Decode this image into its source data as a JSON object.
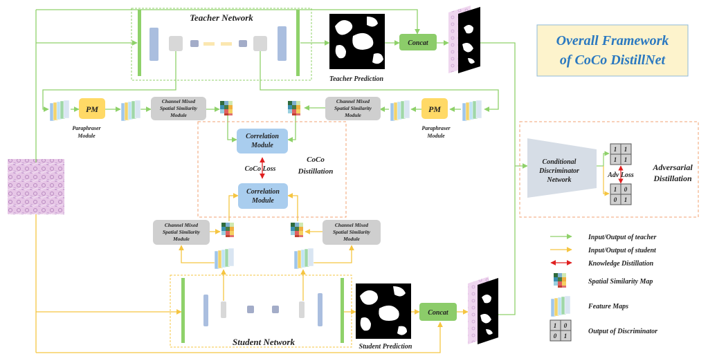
{
  "teacher_network": {
    "title": "Teacher Network",
    "prediction_label": "Teacher Prediction"
  },
  "student_network": {
    "title": "Student Network",
    "prediction_label": "Student Prediction"
  },
  "concat_label": "Concat",
  "paraphraser": {
    "short": "PM",
    "label_line1": "Paraphraser",
    "label_line2": "Module"
  },
  "cmss_module": {
    "line1": "Channel Mixed",
    "line2": "Spatial Similarity",
    "line3": "Module"
  },
  "correlation_module": {
    "line1": "Correlation",
    "line2": "Module"
  },
  "coco_loss_label": "CoCo Loss",
  "coco_distillation": {
    "line1": "CoCo",
    "line2": "Distillation"
  },
  "discriminator": {
    "line1": "Conditional",
    "line2": "Discriminator",
    "line3": "Network"
  },
  "adv_loss_label": "Adv Loss",
  "adversarial_distillation": {
    "line1": "Adversarial",
    "line2": "Distillation"
  },
  "discriminator_output_teacher": [
    "1",
    "1",
    "1",
    "1"
  ],
  "discriminator_output_student": [
    "1",
    "0",
    "0",
    "1"
  ],
  "overall_title": {
    "line1": "Overall Framework",
    "line2": "of CoCo DistillNet"
  },
  "legend": [
    {
      "icon": "green-arrow-icon",
      "label": "Input/Output of teacher"
    },
    {
      "icon": "yellow-arrow-icon",
      "label": "Input/Output of student"
    },
    {
      "icon": "red-double-arrow-icon",
      "label": "Knowledge Distillation"
    },
    {
      "icon": "similarity-map-icon",
      "label": "Spatial Similarity Map"
    },
    {
      "icon": "feature-maps-icon",
      "label": "Feature Maps"
    },
    {
      "icon": "discriminator-output-icon",
      "label": "Output of Discriminator"
    }
  ],
  "legend_discriminator_output": [
    "1",
    "0",
    "0",
    "1"
  ],
  "colors": {
    "teacher_green": "#8fd16a",
    "student_yellow": "#f5c542",
    "knowledge_red": "#e02020",
    "correlation_blue": "#a9cdee",
    "paraphraser_yellow": "#ffd966",
    "concat_green": "#8ccc6a",
    "dashed_orange": "#f0a070",
    "title_blue": "#2a78c0",
    "title_bg": "#fdf3cc"
  }
}
